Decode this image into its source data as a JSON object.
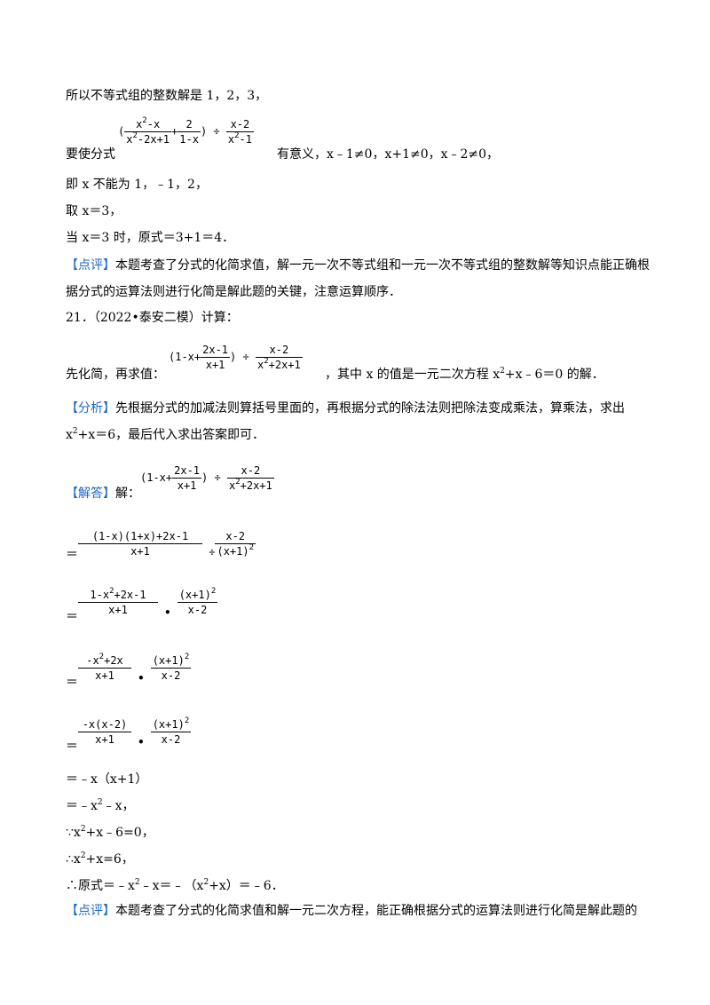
{
  "l1": "所以不等式组的整数解是 1，2，3，",
  "l2_pre": "要使分式",
  "l2_post": "有意义，x﹣1≠0，x+1≠0，x﹣2≠0，",
  "l2_expr": {
    "lp": "(",
    "f1n": "x",
    "f1n_sup": "2",
    "f1n_tail": "-x",
    "f1d": "x",
    "f1d_sup": "2",
    "f1d_tail": "-2x+1",
    "plus": "+",
    "f2n": "2",
    "f2d": "1-x",
    "rp": ")",
    "div": "÷",
    "f3n": "x-2",
    "f3d": "x",
    "f3d_sup": "2",
    "f3d_tail": "-1"
  },
  "l3": "即 x 不能为 1，﹣1，2，",
  "l4": "取 x＝3，",
  "l5": "当 x＝3 时，原式＝3+1＝4．",
  "c1_tag": "【点评】",
  "c1_text": "本题考查了分式的化简求值，解一元一次不等式组和一元一次不等式组的整数解等知识点能正确根据分式的运算法则进行化简是解此题的关键，注意运算顺序．",
  "q21_head": "21．（2022•泰安二模）计算：",
  "q21_pre": "先化简，再求值：",
  "q21_post_a": "，其中 x 的值是一元二次方程 x",
  "q21_post_sup": "2",
  "q21_post_b": "+x﹣6＝0 的解．",
  "q21_expr": {
    "lp": "(1-x+",
    "f1n": "2x-1",
    "f1d": "x+1",
    "rp": ")",
    "div": "÷",
    "f2n": "x-2",
    "f2d": "x",
    "f2d_sup": "2",
    "f2d_tail": "+2x+1"
  },
  "a_tag": "【分析】",
  "a_text1": "先根据分式的加减法则算括号里面的，再根据分式的除法法则把除法变成乘法，算乘法，求出",
  "a_text2_a": "x",
  "a_text2_sup": "2",
  "a_text2_b": "+x＝6，最后代入求出答案即可．",
  "s_tag": "【解答】",
  "s_label": "解：",
  "eq": "＝",
  "step1": {
    "n": "(1-x)(1+x)+2x-1",
    "d": "x+1",
    "op": "÷",
    "n2": "x-2",
    "d2": "(x+1)",
    "d2_sup": "2"
  },
  "step2": {
    "n": "1-x",
    "n_sup": "2",
    "n_tail": "+2x-1",
    "d": "x+1",
    "op": "•",
    "n2": "(x+1)",
    "n2_sup": "2",
    "d2": "x-2"
  },
  "step3": {
    "n": "-x",
    "n_sup": "2",
    "n_tail": "+2x",
    "d": "x+1",
    "op": "•",
    "n2": "(x+1)",
    "n2_sup": "2",
    "d2": "x-2"
  },
  "step4": {
    "n": "-x(x-2)",
    "d": "x+1",
    "op": "•",
    "n2": "(x+1)",
    "n2_sup": "2",
    "d2": "x-2"
  },
  "r1": "＝﹣x（x+1）",
  "r2_a": "＝﹣x",
  "r2_sup": "2",
  "r2_b": "﹣x，",
  "r3_a": "∵x",
  "r3_sup": "2",
  "r3_b": "+x﹣6=0，",
  "r4_a": "∴x",
  "r4_sup": "2",
  "r4_b": "+x=6，",
  "r5_a": "∴原式＝﹣x",
  "r5_sup": "2",
  "r5_b": "﹣x＝﹣（x",
  "r5_sup2": "2",
  "r5_c": "+x）＝﹣6．",
  "c2_tag": "【点评】",
  "c2_text": "本题考查了分式的化简求值和解一元二次方程，能正确根据分式的运算法则进行化简是解此题的"
}
